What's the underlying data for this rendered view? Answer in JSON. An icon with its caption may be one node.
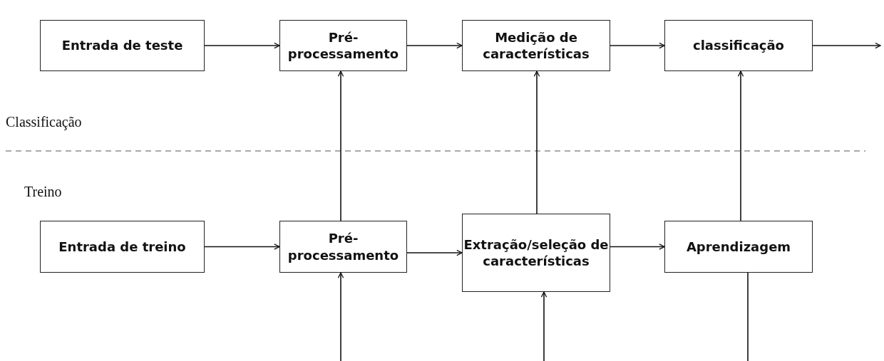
{
  "diagram": {
    "nodes": [
      {
        "text": [
          "Entrada de teste"
        ]
      },
      {
        "text": [
          "Pré-processamento"
        ]
      },
      {
        "text": [
          "Medição de características"
        ]
      },
      {
        "text": [
          "classificação"
        ]
      },
      {
        "text": [
          "Entrada de treino"
        ]
      },
      {
        "text": [
          "Pré-processamento"
        ]
      },
      {
        "text": [
          "Extração/seleção de características"
        ]
      },
      {
        "text": [
          "Aprendizagem"
        ]
      }
    ],
    "edges": [
      {
        "from": 0,
        "to": 1,
        "arrow": "to"
      },
      {
        "from": 1,
        "to": 2,
        "arrow": "to"
      },
      {
        "from": 2,
        "to": 3,
        "arrow": "to"
      },
      {
        "from": 3,
        "to": null,
        "arrow": "to"
      },
      {
        "from": 4,
        "to": 5,
        "arrow": "to"
      },
      {
        "from": 5,
        "to": 6,
        "arrow": "to"
      },
      {
        "from": 6,
        "to": 7,
        "arrow": "to"
      },
      {
        "from": 5,
        "to": 1,
        "arrow": "to"
      },
      {
        "from": 6,
        "to": 2,
        "arrow": "to"
      },
      {
        "from": 7,
        "to": 3,
        "arrow": "to"
      },
      {
        "from": null,
        "to": 5,
        "arrow": "to"
      },
      {
        "from": null,
        "to": 6,
        "arrow": "to"
      },
      {
        "from": 7,
        "to": null,
        "arrow": "none"
      }
    ],
    "labels": [
      "Classificação",
      "Treino"
    ]
  }
}
